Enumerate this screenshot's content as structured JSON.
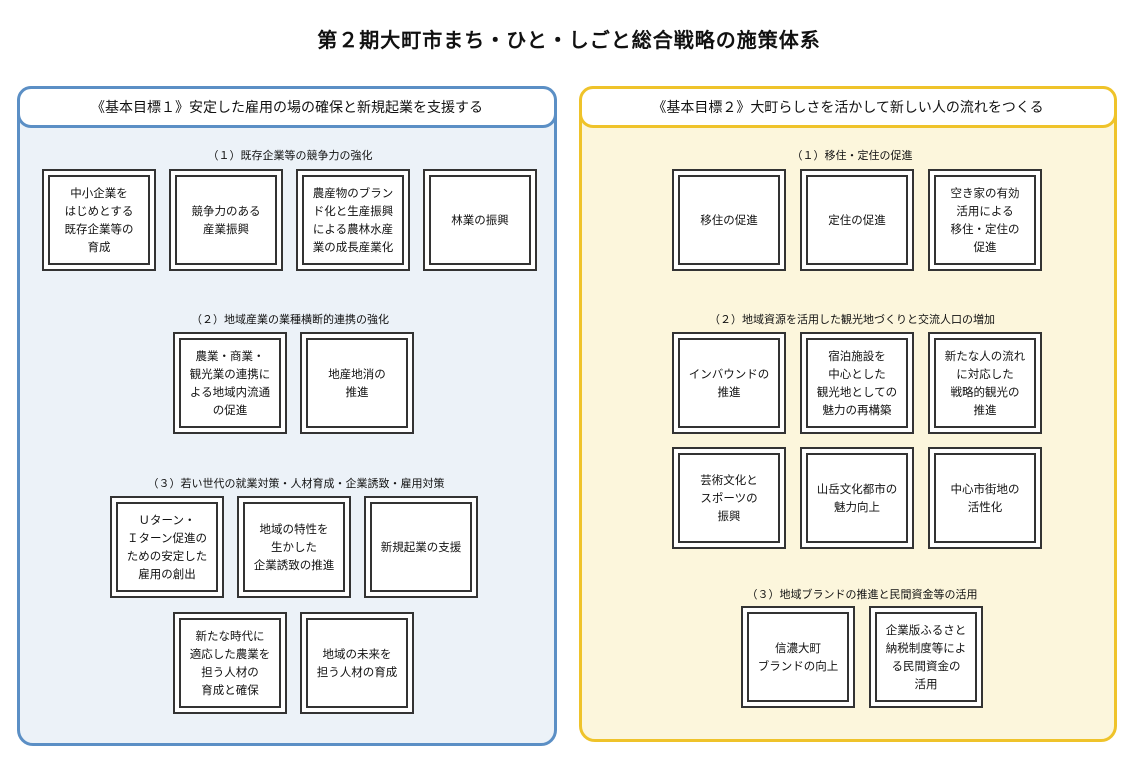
{
  "title": "第２期大町市まち・ひと・しごと総合戦略の施策体系",
  "goal1": {
    "title": "《基本目標１》安定した雇用の場の確保と新規起業を支援する",
    "sections": [
      {
        "heading": "（１）既存企業等の競争力の強化",
        "items": [
          "中小企業を\nはじめとする\n既存企業等の\n育成",
          "競争力のある\n産業振興",
          "農産物のブラン\nド化と生産振興\nによる農林水産\n業の成長産業化",
          "林業の振興"
        ]
      },
      {
        "heading": "（２）地域産業の業種横断的連携の強化",
        "items": [
          "農業・商業・\n観光業の連携に\nよる地域内流通\nの促進",
          "地産地消の\n推進"
        ]
      },
      {
        "heading": "（３）若い世代の就業対策・人材育成・企業誘致・雇用対策",
        "items": [
          "Ｕターン・\nＩターン促進の\nための安定した\n雇用の創出",
          "地域の特性を\n生かした\n企業誘致の推進",
          "新規起業の支援",
          "新たな時代に\n適応した農業を\n担う人材の\n育成と確保",
          "地域の未来を\n担う人材の育成"
        ]
      }
    ]
  },
  "goal2": {
    "title": "《基本目標２》大町らしさを活かして新しい人の流れをつくる",
    "sections": [
      {
        "heading": "（１）移住・定住の促進",
        "items": [
          "移住の促進",
          "定住の促進",
          "空き家の有効\n活用による\n移住・定住の\n促進"
        ]
      },
      {
        "heading": "（２）地域資源を活用した観光地づくりと交流人口の増加",
        "items": [
          "インバウンドの\n推進",
          "宿泊施設を\n中心とした\n観光地としての\n魅力の再構築",
          "新たな人の流れ\nに対応した\n戦略的観光の\n推進",
          "芸術文化と\nスポーツの\n振興",
          "山岳文化都市の\n魅力向上",
          "中心市街地の\n活性化"
        ]
      },
      {
        "heading": "（３）地域ブランドの推進と民間資金等の活用",
        "items": [
          "信濃大町\nブランドの向上",
          "企業版ふるさと\n納税制度等によ\nる民間資金の\n活用"
        ]
      }
    ]
  }
}
